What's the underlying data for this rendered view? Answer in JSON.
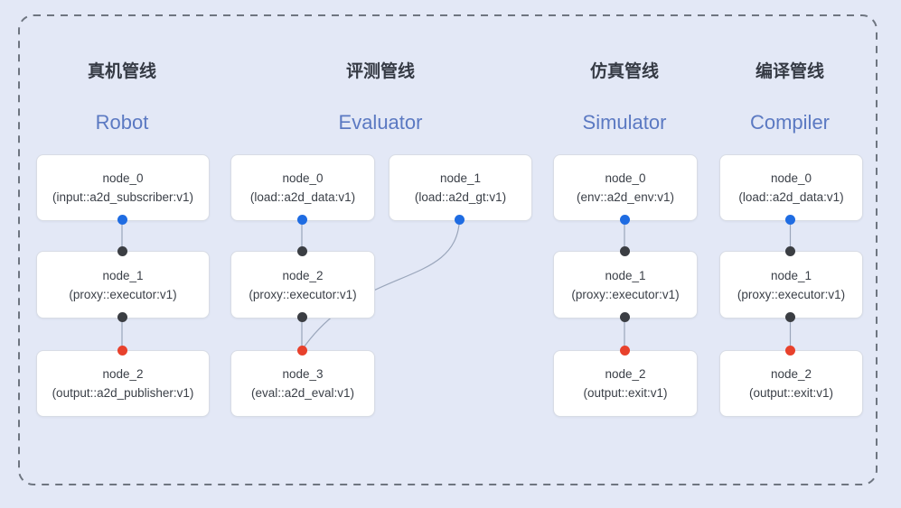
{
  "diagram_title": "pipeline-diagram",
  "colors": {
    "background": "#e3e8f6",
    "dashed_border": "#6e7580",
    "node_bg": "#ffffff",
    "node_border": "#d8dce5",
    "node_text": "#3a3f47",
    "header_text": "#353a44",
    "subtitle_text": "#5b79c2",
    "connector_line": "#9aa6bb",
    "blue_dot": "#1f6ce2",
    "black_dot": "#3b3e43",
    "red_dot": "#e8412c"
  },
  "pipelines": [
    {
      "title": "真机管线",
      "subtitle": "Robot",
      "nodes": [
        {
          "name": "node_0",
          "type": "(input::a2d_subscriber:v1)"
        },
        {
          "name": "node_1",
          "type": "(proxy::executor:v1)"
        },
        {
          "name": "node_2",
          "type": "(output::a2d_publisher:v1)"
        }
      ]
    },
    {
      "title": "评测管线",
      "subtitle": "Evaluator",
      "nodes": [
        {
          "name": "node_0",
          "type": "(load::a2d_data:v1)"
        },
        {
          "name": "node_1",
          "type": "(load::a2d_gt:v1)"
        },
        {
          "name": "node_2",
          "type": "(proxy::executor:v1)"
        },
        {
          "name": "node_3",
          "type": "(eval::a2d_eval:v1)"
        }
      ]
    },
    {
      "title": "仿真管线",
      "subtitle": "Simulator",
      "nodes": [
        {
          "name": "node_0",
          "type": "(env::a2d_env:v1)"
        },
        {
          "name": "node_1",
          "type": "(proxy::executor:v1)"
        },
        {
          "name": "node_2",
          "type": "(output::exit:v1)"
        }
      ]
    },
    {
      "title": "编译管线",
      "subtitle": "Compiler",
      "nodes": [
        {
          "name": "node_0",
          "type": "(load::a2d_data:v1)"
        },
        {
          "name": "node_1",
          "type": "(proxy::executor:v1)"
        },
        {
          "name": "node_2",
          "type": "(output::exit:v1)"
        }
      ]
    }
  ]
}
